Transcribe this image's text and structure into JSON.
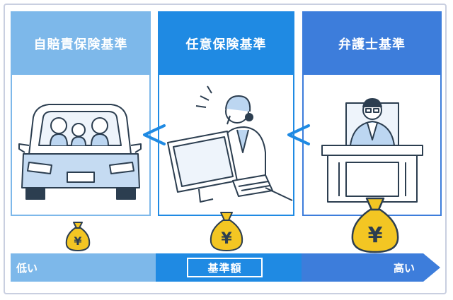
{
  "columns": [
    {
      "title": "自賠責保険基準",
      "color": "#7db8ea",
      "illustration": "car-family-icon",
      "money_level": "low"
    },
    {
      "title": "任意保険基準",
      "color": "#1f8ae3",
      "illustration": "operator-at-computer-icon",
      "money_level": "medium"
    },
    {
      "title": "弁護士基準",
      "color": "#3d7ddb",
      "illustration": "lawyer-at-desk-icon",
      "money_level": "high"
    }
  ],
  "comparison_symbol": "<",
  "yen_symbol": "¥",
  "scale": {
    "low_label": "低い",
    "center_label": "基準額",
    "high_label": "高い",
    "colors": [
      "#7db8ea",
      "#1f8ae3",
      "#3d7ddb"
    ]
  }
}
